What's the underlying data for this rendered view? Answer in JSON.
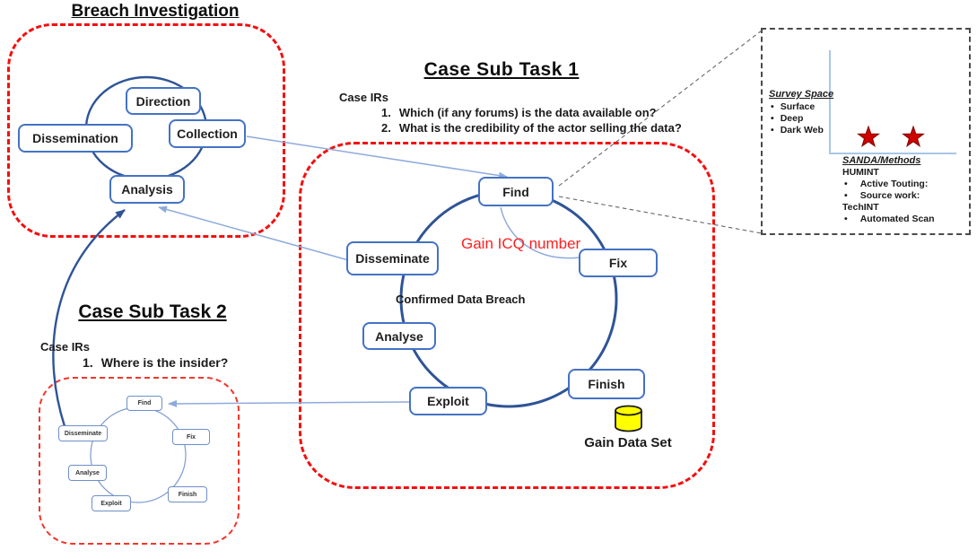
{
  "breach_investigation": {
    "title": "Breach Investigation",
    "nodes": {
      "direction": "Direction",
      "collection": "Collection",
      "dissemination": "Dissemination",
      "analysis": "Analysis"
    }
  },
  "sub_task_1": {
    "title": "Case Sub Task 1",
    "irs_heading": "Case IRs",
    "irs": [
      {
        "num": "1.",
        "text": "Which (if any forums) is the data available on?"
      },
      {
        "num": "2.",
        "text": "What is the credibility of the actor selling the data?"
      }
    ],
    "nodes": {
      "find": "Find",
      "fix": "Fix",
      "finish": "Finish",
      "exploit": "Exploit",
      "analyse": "Analyse",
      "disseminate": "Disseminate"
    },
    "annotations": {
      "gain_icq": "Gain ICQ number",
      "confirmed_breach": "Confirmed Data Breach",
      "gain_data_set": "Gain Data Set"
    }
  },
  "sub_task_2": {
    "title": "Case Sub Task 2",
    "irs_heading": "Case IRs",
    "irs": [
      {
        "num": "1.",
        "text": "Where is the insider?"
      }
    ],
    "nodes": {
      "find": "Find",
      "fix": "Fix",
      "finish": "Finish",
      "exploit": "Exploit",
      "analyse": "Analyse",
      "disseminate": "Disseminate"
    }
  },
  "callout": {
    "survey_space": {
      "title": "Survey Space",
      "items": [
        "Surface",
        "Deep",
        "Dark Web"
      ]
    },
    "methods": {
      "title": "SANDA/Methods",
      "humint_label": "HUMINT",
      "humint_items": [
        "Active Touting:",
        "Source work:"
      ],
      "techint_label": "TechINT",
      "techint_items": [
        "Automated Scan"
      ]
    },
    "star_count": 2
  },
  "colors": {
    "dashed_region_red": "#F40F0F",
    "node_border_blue": "#4472C4",
    "cycle_stroke_blue": "#2F5496",
    "connector_light_blue": "#8FAADC",
    "annotation_red": "#FF2020",
    "star_red": "#CE0000",
    "cylinder_yellow": "#FFFF00",
    "callout_border_gray": "#4A4A4A"
  }
}
